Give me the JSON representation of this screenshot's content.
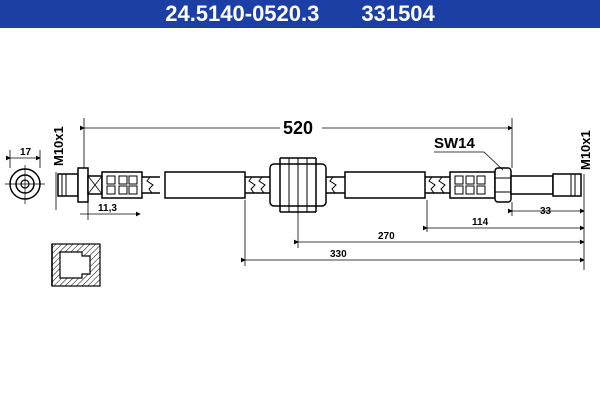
{
  "header": {
    "part_number": "24.5140-0520.3",
    "alt_number": "331504",
    "background": "#1c3fa6",
    "text_color": "#ffffff"
  },
  "dimensions": {
    "overall_length": "520",
    "wrench_size": "SW14",
    "thread_left": "M10x1",
    "thread_right": "M10x1",
    "fitting_width": "17",
    "fitting_left_length": "11,3",
    "fitting_right_length": "33",
    "dim_114": "114",
    "dim_270": "270",
    "dim_330": "330"
  }
}
